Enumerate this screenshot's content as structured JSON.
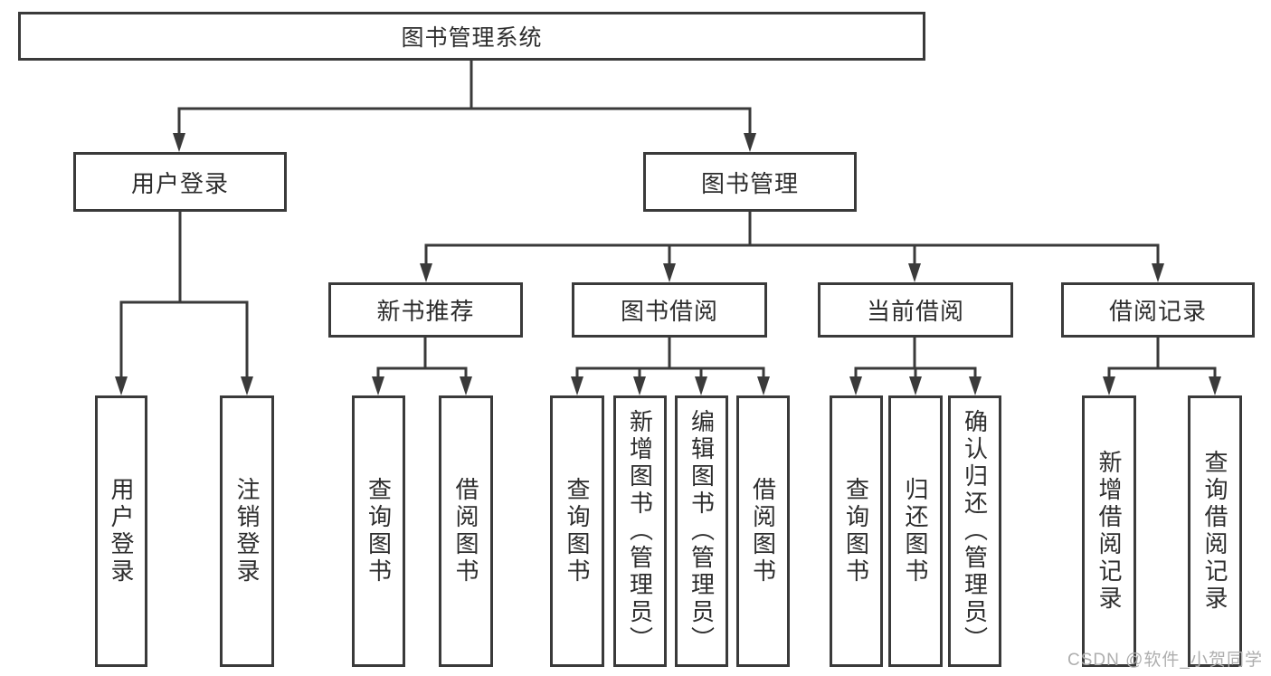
{
  "colors": {
    "line": "#3a3a3a",
    "text": "#2d2d2d",
    "background": "#ffffff",
    "watermark": "#aeaeae"
  },
  "watermark": "CSDN @软件_小贺同学",
  "tree": {
    "label": "图书管理系统",
    "children": [
      {
        "label": "用户登录",
        "children": [
          {
            "label": "用户登录"
          },
          {
            "label": "注销登录"
          }
        ]
      },
      {
        "label": "图书管理",
        "children": [
          {
            "label": "新书推荐",
            "children": [
              {
                "label": "查询图书"
              },
              {
                "label": "借阅图书"
              }
            ]
          },
          {
            "label": "图书借阅",
            "children": [
              {
                "label": "查询图书"
              },
              {
                "label": "新增图书（管理员）"
              },
              {
                "label": "编辑图书（管理员）"
              },
              {
                "label": "借阅图书"
              }
            ]
          },
          {
            "label": "当前借阅",
            "children": [
              {
                "label": "查询图书"
              },
              {
                "label": "归还图书"
              },
              {
                "label": "确认归还（管理员）"
              }
            ]
          },
          {
            "label": "借阅记录",
            "children": [
              {
                "label": "新增借阅记录"
              },
              {
                "label": "查询借阅记录"
              }
            ]
          }
        ]
      }
    ]
  }
}
